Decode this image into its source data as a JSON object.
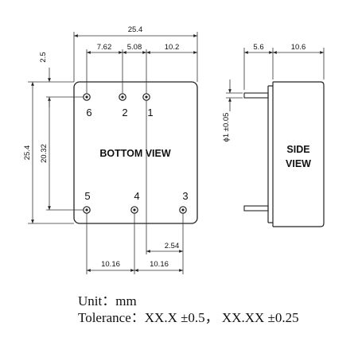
{
  "drawing": {
    "overall_width": "25.4",
    "offset_top": "2.5",
    "pitch_6_2": "7.62",
    "pitch_2_1": "5.08",
    "offset_1_edge": "10.2",
    "overall_height": "25.4",
    "pin_row_spacing": "20.32",
    "pitch_3_edge": "2.54",
    "pitch_5_4": "10.16",
    "pitch_4_3": "10.16",
    "side_pin_length": "5.6",
    "side_body_depth": "10.6",
    "pin_diameter": "ϕ1 ±0.05",
    "bottom_view_label": "BOTTOM VIEW",
    "side_view_line1": "SIDE",
    "side_view_line2": "VIEW",
    "pins": [
      "6",
      "2",
      "1",
      "5",
      "4",
      "3"
    ]
  },
  "notes": {
    "unit": "Unit：mm",
    "tolerance": "Tolerance：XX.X ±0.5， XX.XX ±0.25"
  }
}
